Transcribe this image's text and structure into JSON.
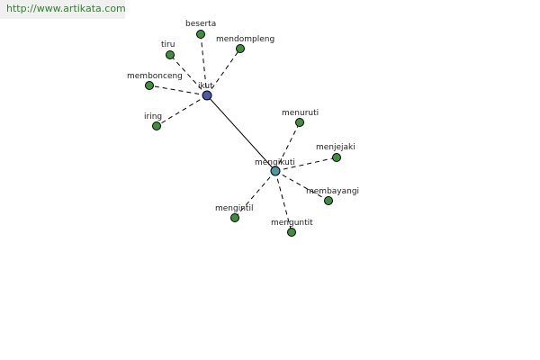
{
  "watermark": "http://www.artikata.com",
  "colors": {
    "leaf": "#3f8f3f",
    "hub_ikut": "#4a5aa6",
    "hub_mengikuti": "#4a9aa6"
  },
  "hubs": [
    {
      "id": "ikut",
      "label": "ikut",
      "color_key": "hub_ikut"
    },
    {
      "id": "mengikuti",
      "label": "mengikuti",
      "color_key": "hub_mengikuti"
    }
  ],
  "leaves": [
    {
      "id": "beserta",
      "label": "beserta",
      "hub": "ikut"
    },
    {
      "id": "mendompleng",
      "label": "mendompleng",
      "hub": "ikut"
    },
    {
      "id": "tiru",
      "label": "tiru",
      "hub": "ikut"
    },
    {
      "id": "membonceng",
      "label": "membonceng",
      "hub": "ikut"
    },
    {
      "id": "iring",
      "label": "iring",
      "hub": "ikut"
    },
    {
      "id": "menuruti",
      "label": "menuruti",
      "hub": "mengikuti"
    },
    {
      "id": "menjejaki",
      "label": "menjejaki",
      "hub": "mengikuti"
    },
    {
      "id": "membayangi",
      "label": "membayangi",
      "hub": "mengikuti"
    },
    {
      "id": "menguntit",
      "label": "menguntit",
      "hub": "mengikuti"
    },
    {
      "id": "mengintil",
      "label": "mengintil",
      "hub": "mengikuti"
    }
  ],
  "hub_link": [
    "ikut",
    "mengikuti"
  ]
}
